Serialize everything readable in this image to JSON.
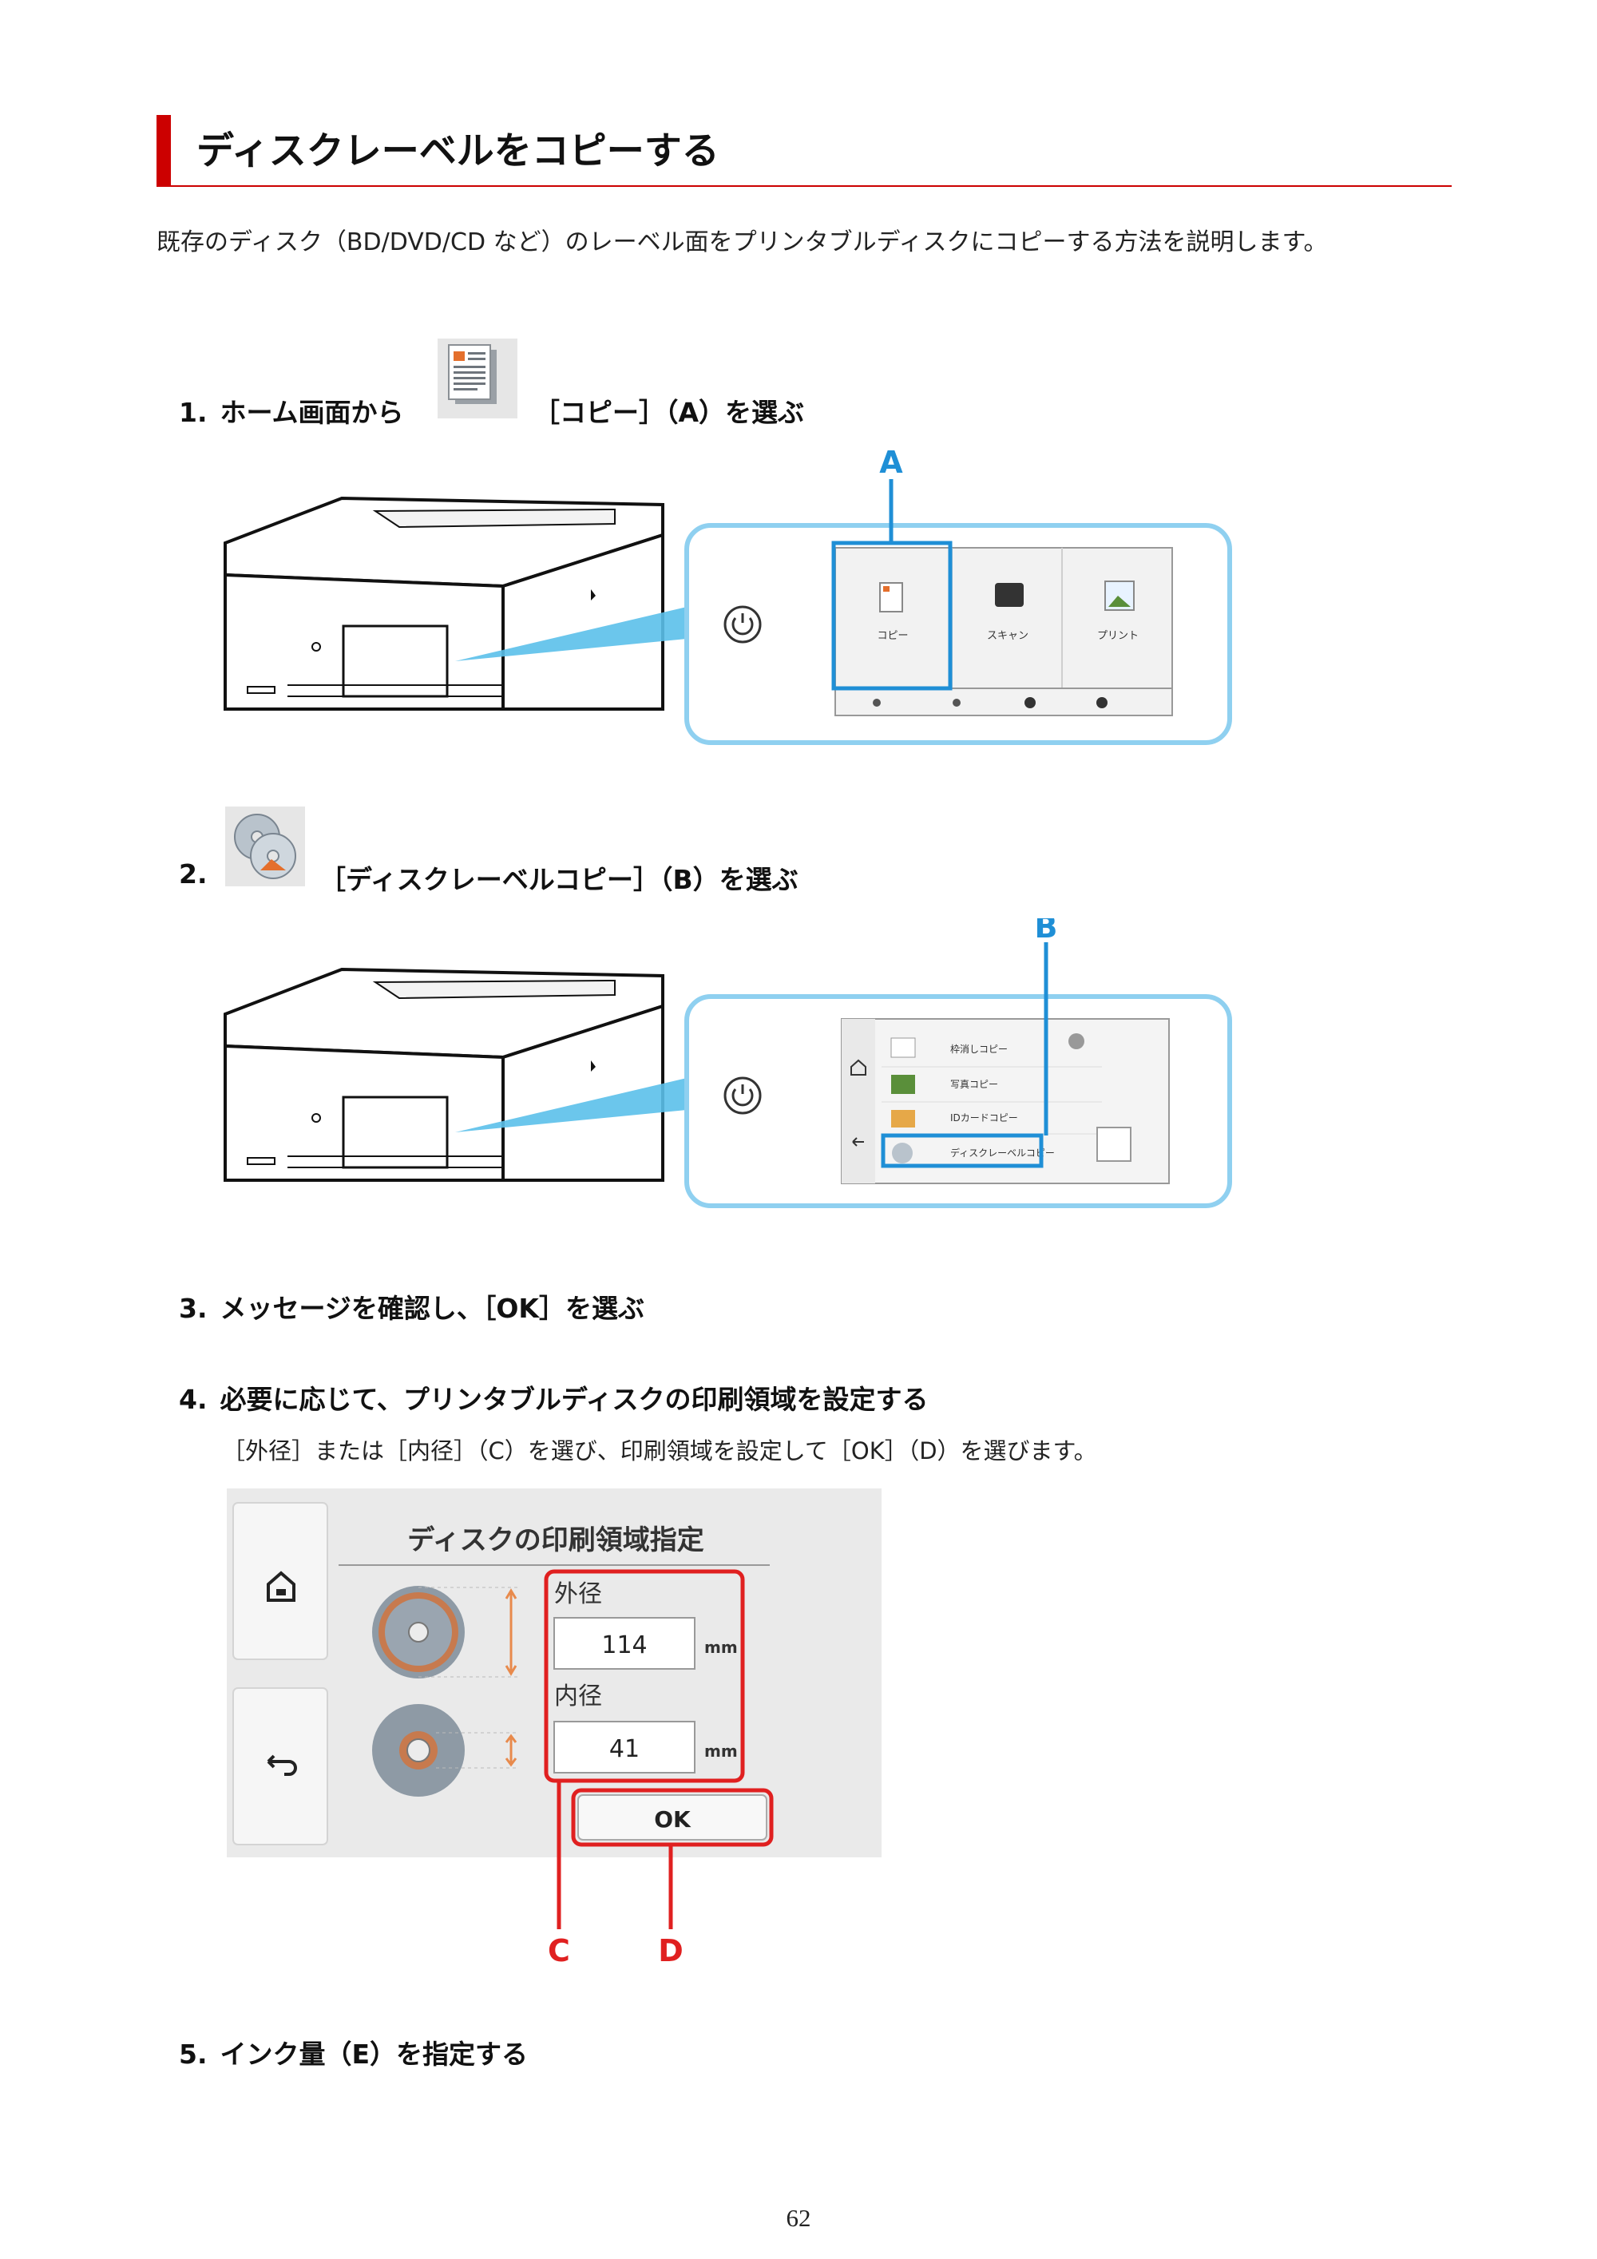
{
  "title": "ディスクレーベルをコピーする",
  "intro": "既存のディスク（BD/DVD/CD など）のレーベル面をプリンタブルディスクにコピーする方法を説明します。",
  "steps": [
    {
      "num": "1.",
      "before": "ホーム画面から",
      "after": "［コピー］（A）を選ぶ"
    },
    {
      "num": "2.",
      "before": "",
      "after": "［ディスクレーベルコピー］（B）を選ぶ"
    },
    {
      "num": "3.",
      "before": "",
      "after": "メッセージを確認し、［OK］を選ぶ"
    },
    {
      "num": "4.",
      "before": "",
      "after": "必要に応じて、プリンタブルディスクの印刷領域を設定する"
    },
    {
      "num": "5.",
      "before": "",
      "after": "インク量（E）を指定する"
    }
  ],
  "step4_sub": "［外径］または［内径］（C）を選び、印刷領域を設定して［OK］（D）を選びます。",
  "fig1": {
    "callout": "A",
    "tiles": [
      "コピー",
      "スキャン",
      "プリント"
    ]
  },
  "fig2": {
    "callout": "B",
    "menu": [
      "枠消しコピー",
      "写真コピー",
      "IDカードコピー",
      "ディスクレーベルコピー"
    ]
  },
  "fig3": {
    "header": "ディスクの印刷領域指定",
    "outer_label": "外径",
    "outer_value": "114",
    "inner_label": "内径",
    "inner_value": "41",
    "unit": "mm",
    "ok": "OK",
    "callout_c": "C",
    "callout_d": "D"
  },
  "page_number": "62",
  "colors": {
    "accent_red": "#cc0000",
    "callout_blue": "#1f8fd6",
    "panel_blue": "#8fd0f0"
  }
}
